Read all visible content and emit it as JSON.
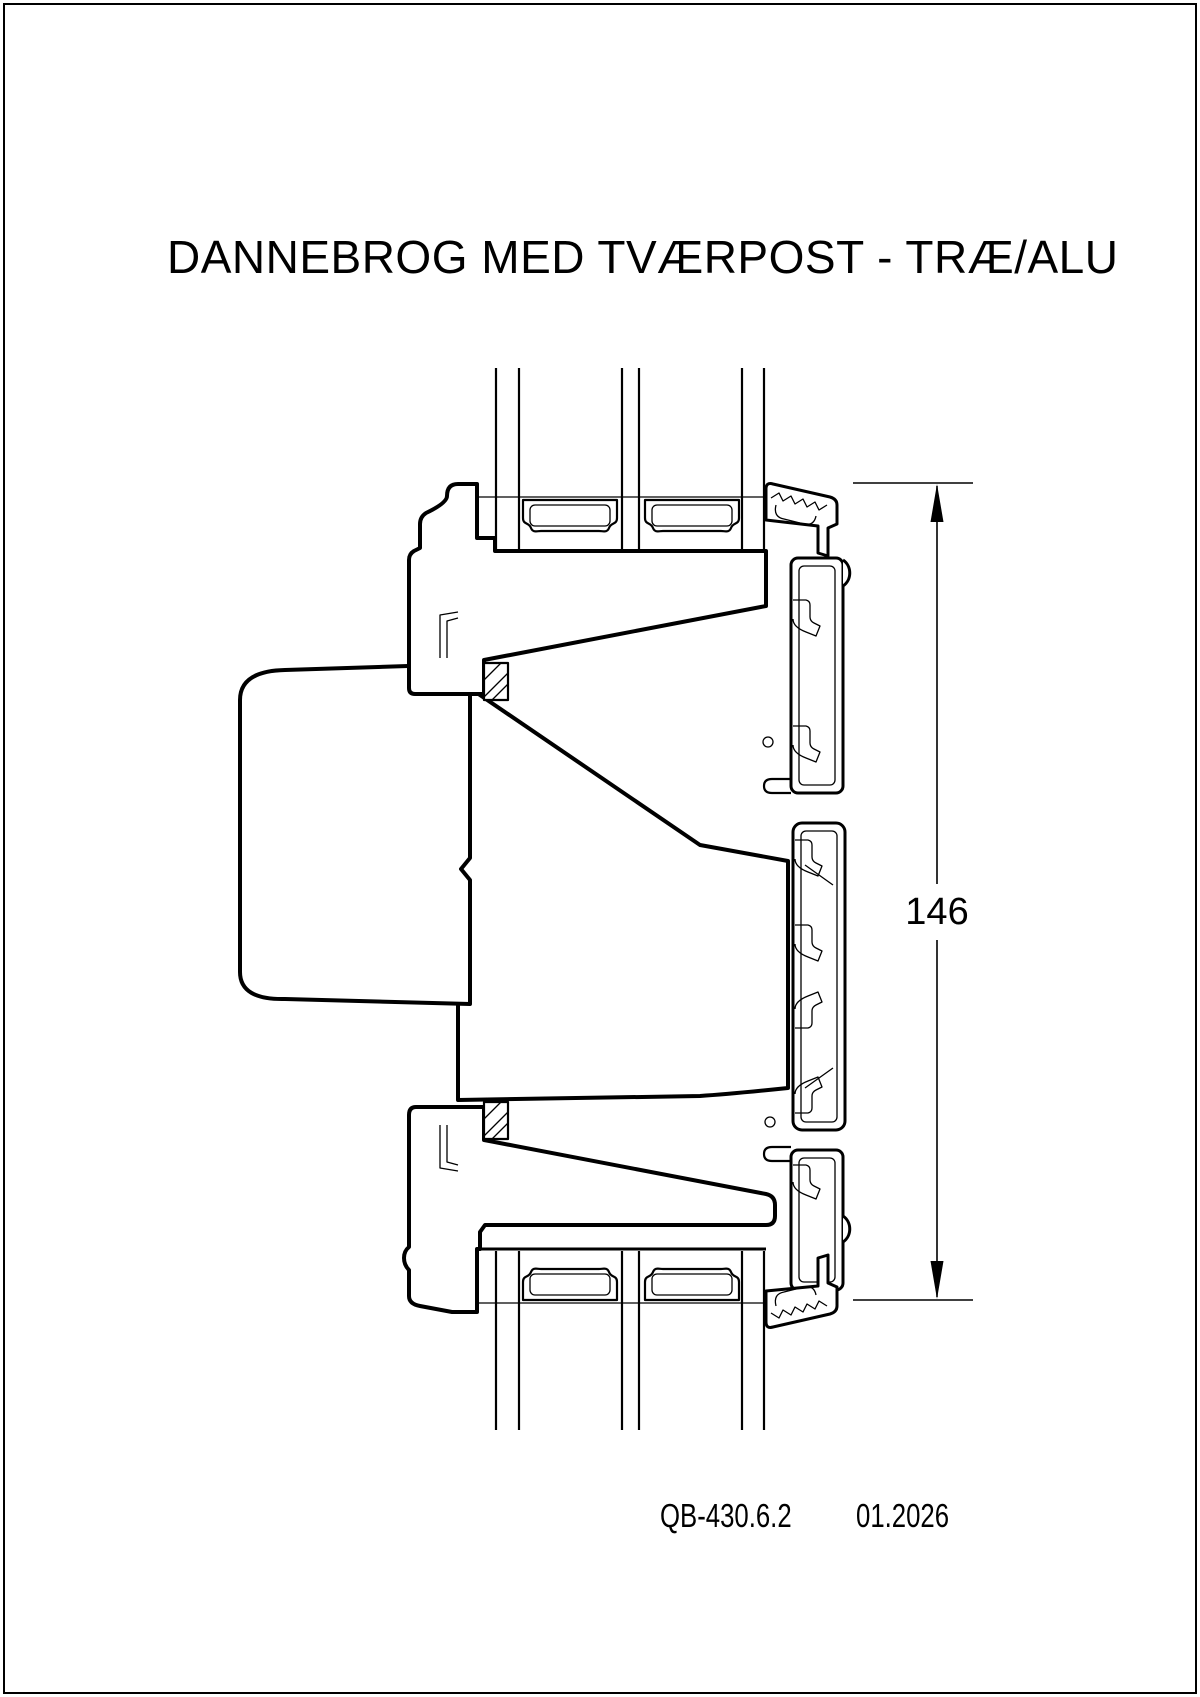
{
  "page": {
    "background": "#ffffff",
    "border_color": "#000000"
  },
  "title": {
    "text": "DANNEBROG MED TVÆRPOST - TRÆ/ALU"
  },
  "drawing": {
    "kind": "window cross-section",
    "line_color": "#000000",
    "fill_color": "#ffffff"
  },
  "dimension": {
    "value": "146"
  },
  "footer": {
    "doc_number": "QB-430.6.2",
    "date": "01.2026"
  }
}
